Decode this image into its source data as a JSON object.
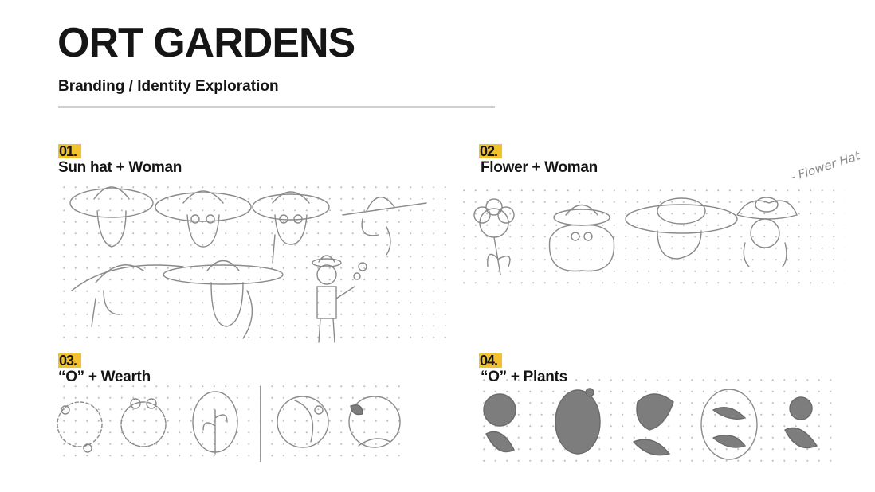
{
  "header": {
    "title": "ORT GARDENS",
    "subtitle": "Branding / Identity Exploration"
  },
  "sections": [
    {
      "number": "01.",
      "title": "Sun hat + Woman"
    },
    {
      "number": "02.",
      "title": "Flower + Woman",
      "note": "- Flower Hat"
    },
    {
      "number": "03.",
      "title": "“O” + Wearth"
    },
    {
      "number": "04.",
      "title": "“O” + Plants"
    }
  ],
  "colors": {
    "accent": "#f2c12e",
    "sketch": "#8a8a8a",
    "rule": "#cfcfcf"
  }
}
